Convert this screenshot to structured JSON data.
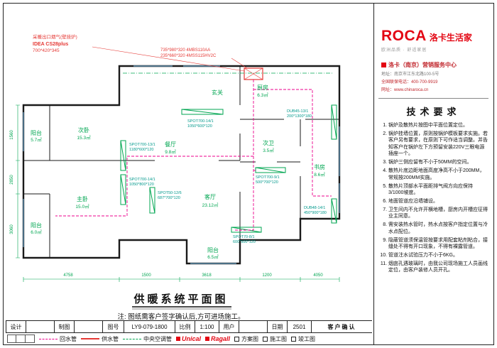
{
  "meta": {
    "title": "供暖系统平面图",
    "note": "注: 图纸需客户签字确认后,方可进场施工。"
  },
  "annotations": {
    "boiler": [
      "采暖出口烟气(壁挂炉)",
      "IDEA CS28plus",
      "700*420*345"
    ],
    "ac": [
      "735*980*320  4MBS110AA",
      "235*660*320  4MSS115HV2C"
    ]
  },
  "plan": {
    "rooms": [
      {
        "name": "阳台",
        "area": "5.7㎡"
      },
      {
        "name": "次卧",
        "area": "15.3㎡"
      },
      {
        "name": "主卧",
        "area": "15.0㎡"
      },
      {
        "name": "阳台",
        "area": "6.0㎡"
      },
      {
        "name": "玄关",
        "area": ""
      },
      {
        "name": "餐厅",
        "area": "9.8㎡"
      },
      {
        "name": "客厅",
        "area": "23.12㎡"
      },
      {
        "name": "厨房",
        "area": "6.3㎡"
      },
      {
        "name": "次卫",
        "area": "3.5㎡"
      },
      {
        "name": "书房",
        "area": "8.6㎡"
      },
      {
        "name": "阳台",
        "area": "6.5㎡"
      }
    ],
    "radiators": [
      {
        "model": "SPOT700-14/1",
        "size": "1050*600*120"
      },
      {
        "model": "SPOT700-13/1",
        "size": "1180*600*120"
      },
      {
        "model": "SPOT700-14/1",
        "size": "1050*800*120"
      },
      {
        "model": "SPOT50-12/6",
        "size": "687*700*120"
      },
      {
        "model": "SPOT700-9/1",
        "size": "500*700*120"
      },
      {
        "model": "SPOT70-8/1",
        "size": "600*500*120"
      },
      {
        "model": "DUB45-13/1",
        "size": "200*1300*180"
      },
      {
        "model": "DUB48-14/1",
        "size": "450*900*180"
      }
    ],
    "dims_bottom": [
      "4758",
      "1500",
      "3618",
      "1200",
      "4050"
    ],
    "dims_left": [
      "1560",
      "2850",
      "3060"
    ]
  },
  "sidebar": {
    "brand": {
      "name": "ROCA",
      "cn": "洛卡生活家",
      "tagline": "欧洲品质 · 舒适家居"
    },
    "contact": {
      "title": "洛卡（南京）营销服务中心",
      "lines": [
        "地址：南京市江东北路100-5号",
        "全国联保电话：400-700-9919",
        "网址：www.chinaroca.cn"
      ]
    },
    "tech": {
      "title": "技术要求",
      "items": [
        "锅炉及散热片按图中平面位置定位。",
        "锅炉挂墙位置，原则按锅炉模板要求实施。若客户另有要求，在原则下可作适当调整。并告知客户在锅炉左下方预留安装220V三眼电源插座一个。",
        "锅炉三侧应留有不小于50MM的空间。",
        "散热片底边距地面高度净高不小于200MM，常规按200MM实施。",
        "散热片顶部水平面距排气阀方向应保持3/1000坡度。",
        "地面管道应沿墙铺设。",
        "卫生间内不允许开横地槽，厨房内开槽应征得业主同意。",
        "需安装热水管时，热水点按客户指定位置与冷水点配位。",
        "隐蔽管道须保温管按要求用配套粘剂粘合，接缝处不得有开口现象，不得有裸露管道。",
        "管道注水试验压力不小于6KG。",
        "烟囱孔遇玻璃时，由我公司现场施工人员画线定位，由客户装修人员开孔。"
      ]
    }
  },
  "titleblock": {
    "fields": [
      {
        "label": "设计",
        "value": ""
      },
      {
        "label": "制图",
        "value": ""
      },
      {
        "label": "图号",
        "value": "LY9-079-1800"
      },
      {
        "label": "比例",
        "value": "1:100"
      },
      {
        "label": "用户",
        "value": ""
      },
      {
        "label": "日期",
        "value": "2501"
      }
    ],
    "confirm": "客户确认"
  },
  "legend": {
    "pipes": [
      {
        "label": "回水管"
      },
      {
        "label": "供水管"
      },
      {
        "label": "中央空调管"
      }
    ],
    "brands": [
      "Unical",
      "Ragall"
    ],
    "checks": [
      "方案图",
      "施工图",
      "竣工图"
    ]
  }
}
